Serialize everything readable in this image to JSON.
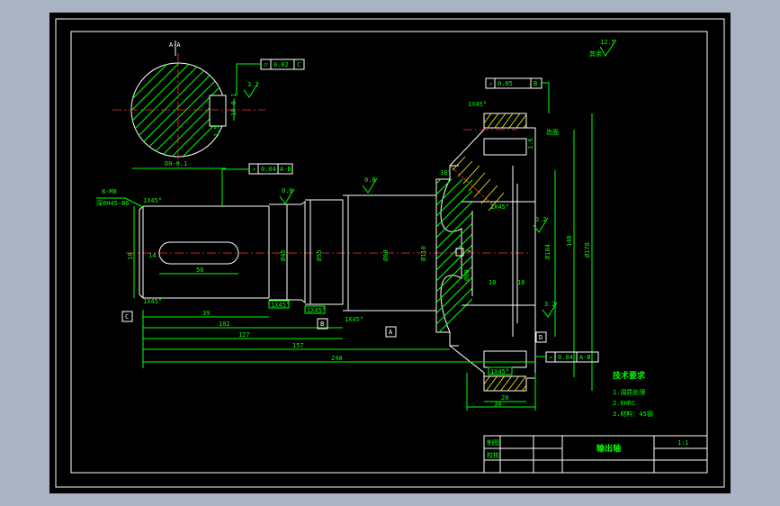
{
  "section_label": "A-A",
  "tolerances": {
    "section_runout": "0.02",
    "section_ref": "C",
    "shaft_runout_1": "0.04",
    "shaft_runout_1_ref": "A-B",
    "gear_runout": "0.05",
    "gear_runout_ref": "B",
    "gear_runout_2": "0.04",
    "gear_runout_2_ref": "A-B"
  },
  "roughness": {
    "overall": "12.5",
    "overall_note": "其余",
    "section": "3.2",
    "shaft_a": "0.8",
    "shaft_b": "0.8",
    "gear_a": "3.2",
    "gear_b": "3.2",
    "gear_c": "1.6"
  },
  "datums": {
    "c": "C",
    "b": "B",
    "a": "A",
    "d": "D"
  },
  "dimensions": {
    "key_width": "14",
    "key_length": "50",
    "len_1": "39",
    "len_2": "102",
    "len_3": "127",
    "len_4": "157",
    "len_5": "248",
    "gear_w1": "20",
    "gear_w2": "34",
    "d_left": "10",
    "d_gear_inner": "16",
    "d_gear_hub": "10",
    "d_big": "Ø110",
    "d_hub": "Ø60",
    "d_gear_1": "Ø104",
    "d_gear_2": "148",
    "d_gear_3": "Ø178",
    "chamfer_1": "1X45°",
    "chamfer_2": "1X45°",
    "chamfer_3": "1X45°",
    "chamfer_4": "1X45°",
    "chamfer_5": "1X45°",
    "chamfer_6": "1X45°",
    "chamfer_7": "1X45°",
    "angle": "38°",
    "thread": "8-M8",
    "thread_depth": "深8H45-B6"
  },
  "tech_req": {
    "heading": "技术要求",
    "items": [
      "1.调质处理",
      "2.0HRC",
      "3.材料：45钢"
    ]
  },
  "title_block": {
    "name": "输出轴",
    "scale": "1:1",
    "row1": "制图",
    "row2": "校核"
  }
}
